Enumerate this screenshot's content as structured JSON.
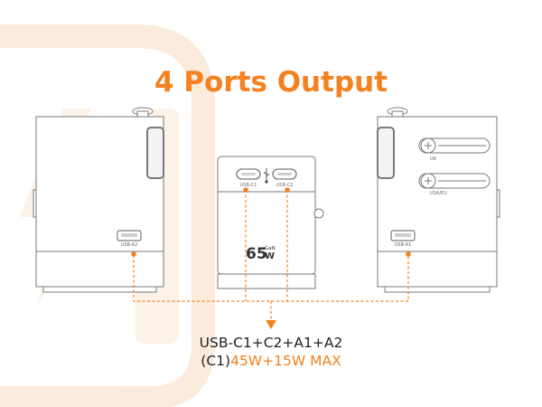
{
  "heading": "4 Ports Output",
  "devices": {
    "left": {
      "port_label": "USB-A2"
    },
    "center": {
      "port_labels": [
        "USB-C1",
        "USB-C2"
      ],
      "usb_symbol": "usb-symbol",
      "badge": {
        "big": "65",
        "gan": "GaN",
        "unit": "W"
      }
    },
    "right": {
      "port_label": "USB-A1",
      "slot_labels": [
        "UK",
        "USA/EU"
      ]
    }
  },
  "output": {
    "line1": "USB-C1+C2+A1+A2",
    "line2_prefix": "(C1)",
    "line2_highlight": "45W+15W MAX"
  },
  "colors": {
    "accent": "#f58220",
    "outline": "#7a7a7a",
    "text": "#222222",
    "watermark": "#f7dcc3"
  },
  "icons": [
    "bolt-watermark-icon",
    "knob-icon",
    "usb-symbol-icon",
    "arrow-down-icon"
  ]
}
